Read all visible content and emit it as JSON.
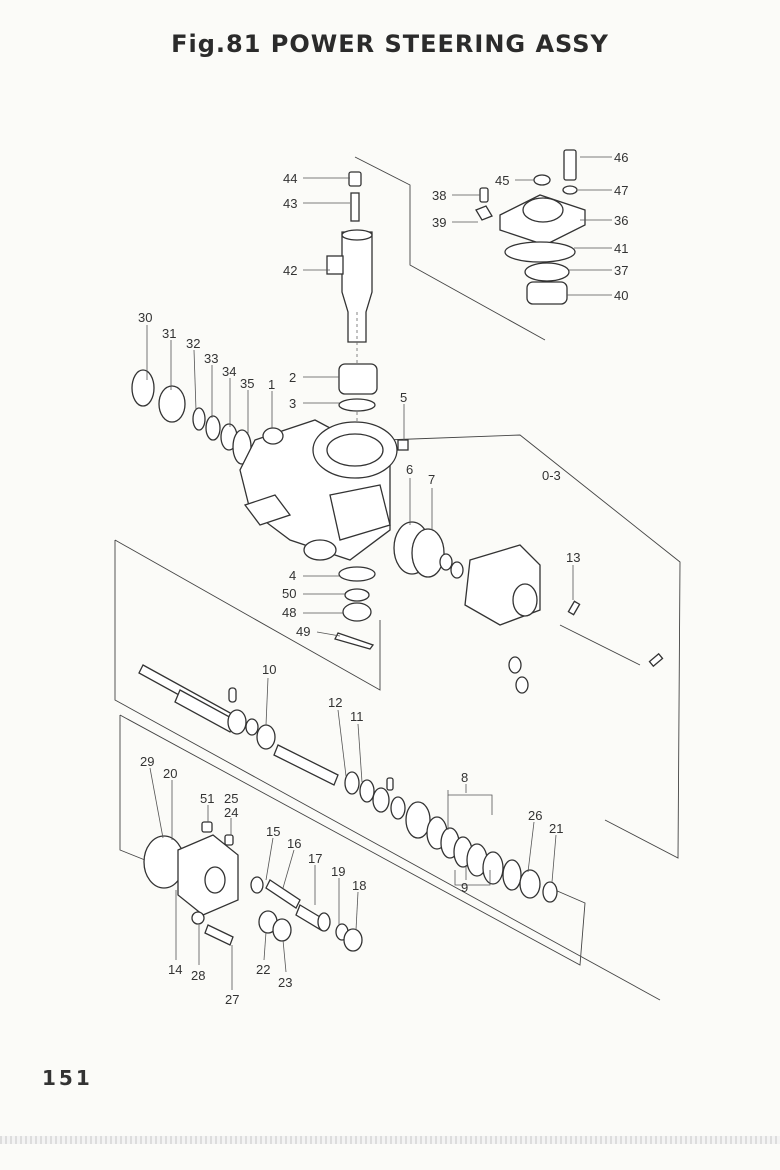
{
  "page": {
    "title": "Fig.81  POWER STEERING ASSY",
    "page_number": "151"
  },
  "callouts": {
    "c44": "44",
    "c43": "43",
    "c42": "42",
    "c2": "2",
    "c3": "3",
    "c5": "5",
    "c1": "1",
    "c30": "30",
    "c31": "31",
    "c32": "32",
    "c33": "33",
    "c34": "34",
    "c35": "35",
    "c46": "46",
    "c45": "45",
    "c47": "47",
    "c38": "38",
    "c39": "39",
    "c36": "36",
    "c41": "41",
    "c37": "37",
    "c40": "40",
    "c6": "6",
    "c7": "7",
    "c03": "0-3",
    "c13": "13",
    "c4": "4",
    "c50": "50",
    "c48": "48",
    "c49": "49",
    "c10": "10",
    "c12": "12",
    "c11": "11",
    "c8": "8",
    "c9": "9",
    "c26": "26",
    "c21": "21",
    "c29": "29",
    "c20": "20",
    "c51": "51",
    "c25": "25",
    "c24": "24",
    "c15": "15",
    "c16": "16",
    "c17": "17",
    "c19": "19",
    "c18": "18",
    "c14": "14",
    "c28": "28",
    "c27": "27",
    "c22": "22",
    "c23": "23"
  }
}
